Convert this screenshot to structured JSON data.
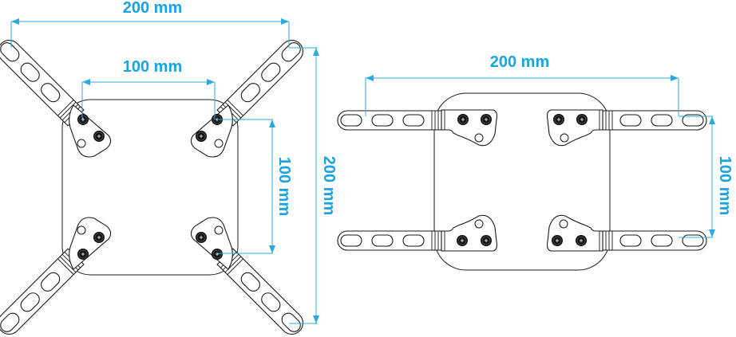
{
  "colors": {
    "dimension": "#29abe2",
    "outline": "#1a1a1a",
    "background": "#ffffff"
  },
  "diagrams": [
    {
      "name": "x-bracket-mount",
      "labels": {
        "outer_width": "200 mm",
        "inner_width": "100 mm",
        "inner_height": "100 mm",
        "outer_height": "200 mm"
      }
    },
    {
      "name": "horizontal-bracket-mount",
      "labels": {
        "outer_width": "200 mm",
        "inner_height": "100 mm"
      }
    }
  ]
}
